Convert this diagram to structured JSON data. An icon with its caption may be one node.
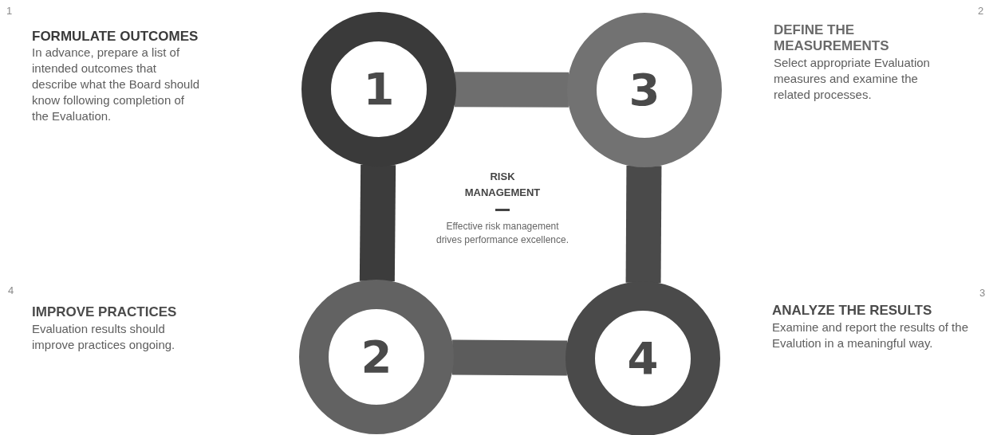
{
  "diagram": {
    "nodes": [
      {
        "text": [
          "1"
        ]
      },
      {
        "text": [
          "3"
        ]
      },
      {
        "text": [
          "2"
        ]
      },
      {
        "text": [
          "4"
        ]
      }
    ],
    "edges": [
      {
        "from": 0,
        "to": 1,
        "arrow": "none",
        "color": "#6e6e6e"
      },
      {
        "from": 0,
        "to": 2,
        "arrow": "none",
        "color": "#3c3c3c"
      },
      {
        "from": 1,
        "to": 3,
        "arrow": "none",
        "color": "#4a4a4a"
      },
      {
        "from": 2,
        "to": 3,
        "arrow": "none",
        "color": "#5c5c5c"
      }
    ],
    "labels": [
      "1",
      "FORMULATE OUTCOMES",
      "In advance, prepare a list of intended outcomes that describe what the Board should know following completion of the Evaluation.",
      "2",
      "DEFINE THE MEASUREMENTS",
      "Select appropriate Evaluation measures and examine the related processes.",
      "RISK MANAGEMENT",
      "Effective risk management drives performance excellence.",
      "4",
      "IMPROVE PRACTICES",
      "Evaluation results should improve practices ongoing.",
      "3",
      "ANALYZE THE RESULTS",
      "Examine and report the results of the Evalution in a meaningful way."
    ]
  }
}
